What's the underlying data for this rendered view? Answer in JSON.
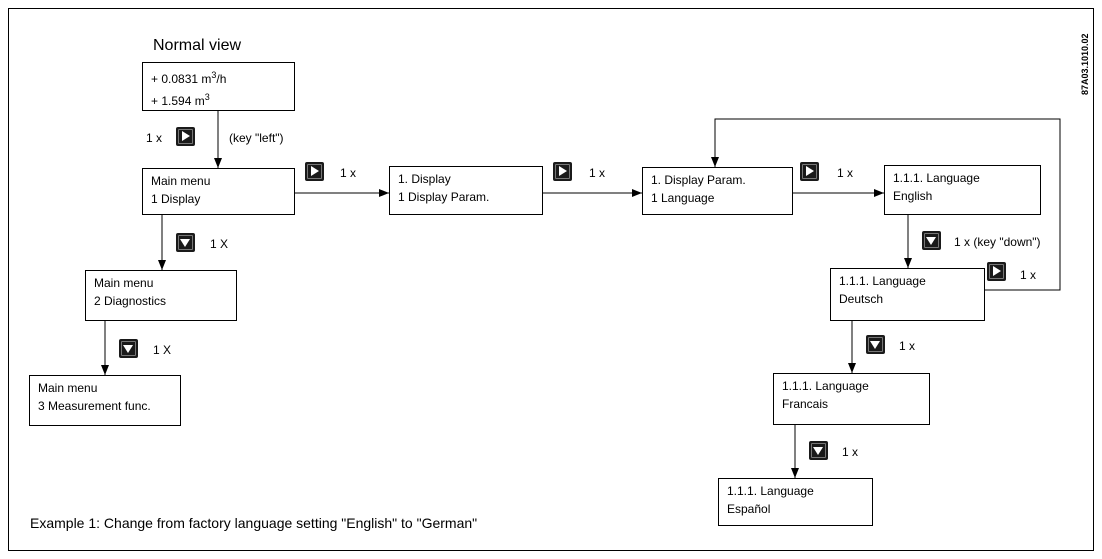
{
  "title": "Normal view",
  "doc_id": "87A03.1010.02",
  "caption": "Example 1: Change from factory language setting \"English\" to \"German\"",
  "boxes": {
    "normal": {
      "line1_pre": "+ 0.0831 m",
      "line1_sup": "3",
      "line1_post": "/h",
      "line2_pre": "+ 1.594   m",
      "line2_sup": "3"
    },
    "main1": {
      "line1": "Main menu",
      "line2": "1 Display"
    },
    "main2": {
      "line1": "Main menu",
      "line2": "2 Diagnostics"
    },
    "main3": {
      "line1": "Main menu",
      "line2": "3 Measurement func."
    },
    "display": {
      "line1": "1. Display",
      "line2": "1  Display Param."
    },
    "param": {
      "line1": "1. Display Param.",
      "line2": "1  Language"
    },
    "english": {
      "line1": "1.1.1. Language",
      "line2": "English"
    },
    "deutsch": {
      "line1": "1.1.1. Language",
      "line2": "Deutsch"
    },
    "francais": {
      "line1": "1.1.1. Language",
      "line2": "Francais"
    },
    "espanol": {
      "line1": "1.1.1. Language",
      "line2": "Español"
    }
  },
  "labels": {
    "key_left_count": "1 x",
    "key_left_note": "(key \"left\")",
    "to_display": "1 x",
    "to_param": "1 x",
    "to_language": "1 x",
    "to_main2": "1 X",
    "to_main3": "1 X",
    "to_deutsch": "1 x (key \"down\")",
    "deutsch_confirm": "1 x",
    "to_francais": "1 x",
    "to_espanol": "1 x"
  },
  "icons": {
    "right_key": "right-arrow-key-icon",
    "down_key": "down-arrow-key-icon"
  }
}
